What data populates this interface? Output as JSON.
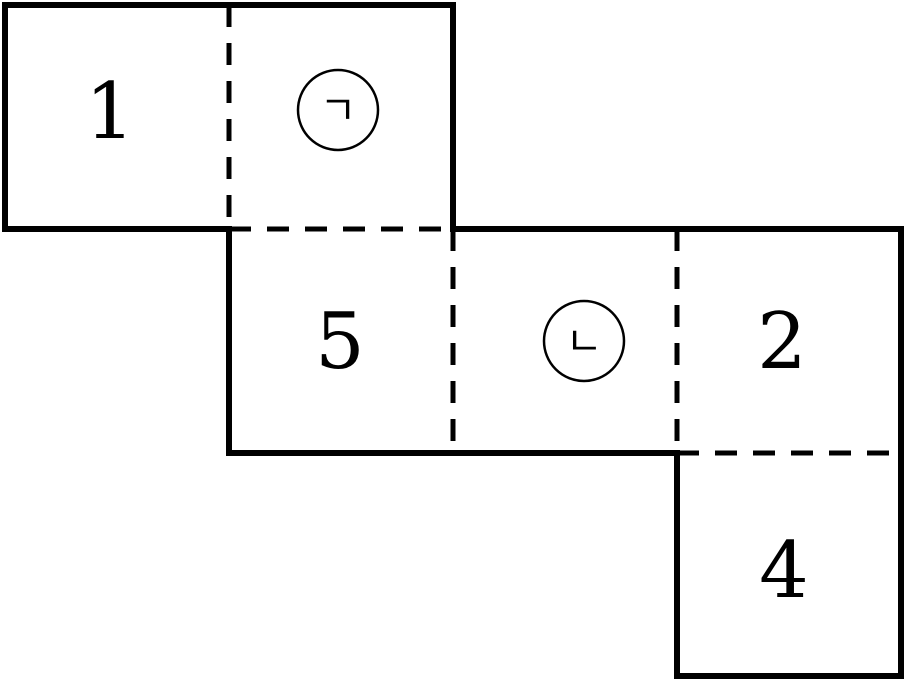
{
  "faces": {
    "one": "1",
    "marked_a": "ㄱ",
    "five": "5",
    "marked_b": "ㄴ",
    "two": "2",
    "four": "4"
  }
}
